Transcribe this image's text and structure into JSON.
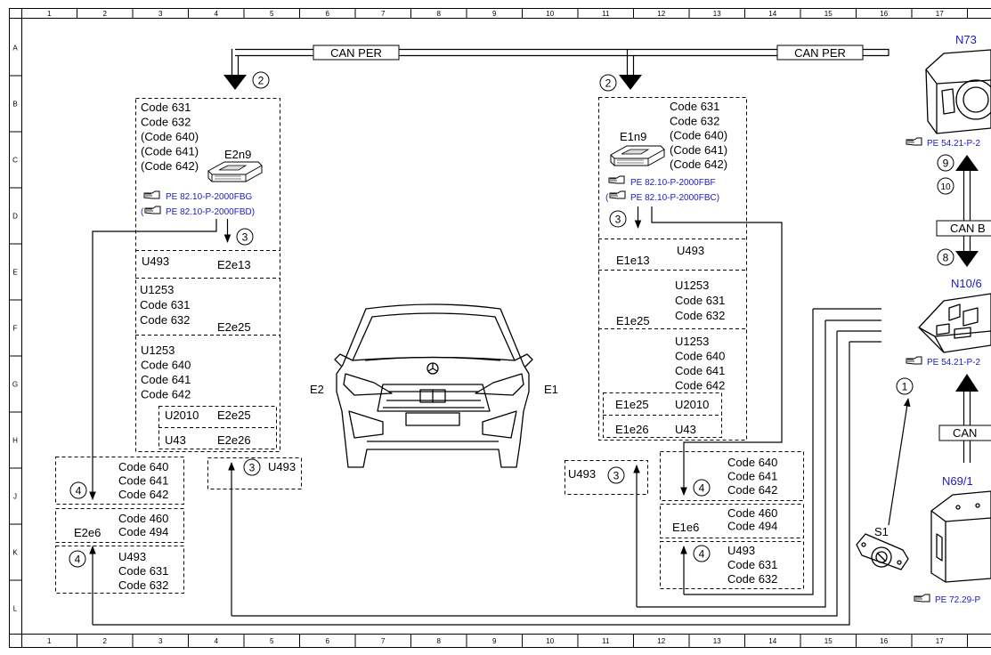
{
  "grid": {
    "columns": [
      "1",
      "2",
      "3",
      "4",
      "5",
      "6",
      "7",
      "8",
      "9",
      "10",
      "11",
      "12",
      "13",
      "14",
      "15",
      "16",
      "17"
    ],
    "rows": [
      "A",
      "B",
      "C",
      "D",
      "E",
      "F",
      "G",
      "H",
      "J",
      "K",
      "L"
    ]
  },
  "bus": {
    "can_per_left": "CAN PER",
    "can_per_right": "CAN PER",
    "can_b": "CAN B",
    "can_lower": "CAN"
  },
  "left": {
    "marker": "2",
    "codes": [
      "Code 631",
      "Code 632",
      "(Code 640)",
      "(Code 641)",
      "(Code 642)"
    ],
    "component": "E2n9",
    "ref1": "PE 82.10-P-2000FBG",
    "ref2": "PE 82.10-P-2000FBD)",
    "ref2_prefix": "(",
    "marker3": "3",
    "u493_top": "U493",
    "e2e13": "E2e13",
    "b2": [
      "U1253",
      "Code 631",
      "Code 632"
    ],
    "b2_label": "E2e25",
    "b3": [
      "U1253",
      "Code 640",
      "Code 641",
      "Code 642"
    ],
    "inner_u2010": "U2010",
    "inner_e2e25": "E2e25",
    "inner_u43": "U43",
    "inner_e2e26": "E2e26",
    "small_marker": "3",
    "small_u493": "U493",
    "j_marker": "4",
    "j_codes": [
      "Code 640",
      "Code 641",
      "Code 642"
    ],
    "k_codes": [
      "Code 460",
      "Code 494"
    ],
    "k_label": "E2e6",
    "l_marker": "4",
    "l_codes": [
      "U493",
      "Code 631",
      "Code 632"
    ]
  },
  "right": {
    "marker": "2",
    "codes": [
      "Code 631",
      "Code 632",
      "(Code 640)",
      "(Code 641)",
      "(Code 642)"
    ],
    "component": "E1n9",
    "ref1": "PE 82.10-P-2000FBF",
    "ref2": "PE 82.10-P-2000FBC)",
    "ref2_prefix": "(",
    "marker3": "3",
    "u493_top": "U493",
    "e1e13": "E1e13",
    "b2": [
      "U1253",
      "Code 631",
      "Code 632"
    ],
    "b2_label": "E1e25",
    "b3": [
      "U1253",
      "Code 640",
      "Code 641",
      "Code 642"
    ],
    "inner_e1e25": "E1e25",
    "inner_u2010": "U2010",
    "inner_e1e26": "E1e26",
    "inner_u43": "U43",
    "small_u493": "U493",
    "small_marker": "3",
    "j_marker": "4",
    "j_codes": [
      "Code 640",
      "Code 641",
      "Code 642"
    ],
    "k_label": "E1e6",
    "k_codes": [
      "Code 460",
      "Code 494"
    ],
    "l_marker": "4",
    "l_codes": [
      "U493",
      "Code 631",
      "Code 632"
    ]
  },
  "car": {
    "left_label": "E2",
    "right_label": "E1"
  },
  "side": {
    "n73": "N73",
    "n73_ref": "PE 54.21-P-2",
    "m9": "9",
    "m10": "10",
    "m8": "8",
    "n10": "N10/6",
    "n10_ref": "PE 54.21-P-2",
    "m1": "1",
    "n69": "N69/1",
    "n69_ref": "PE 72.29-P",
    "s1": "S1"
  }
}
